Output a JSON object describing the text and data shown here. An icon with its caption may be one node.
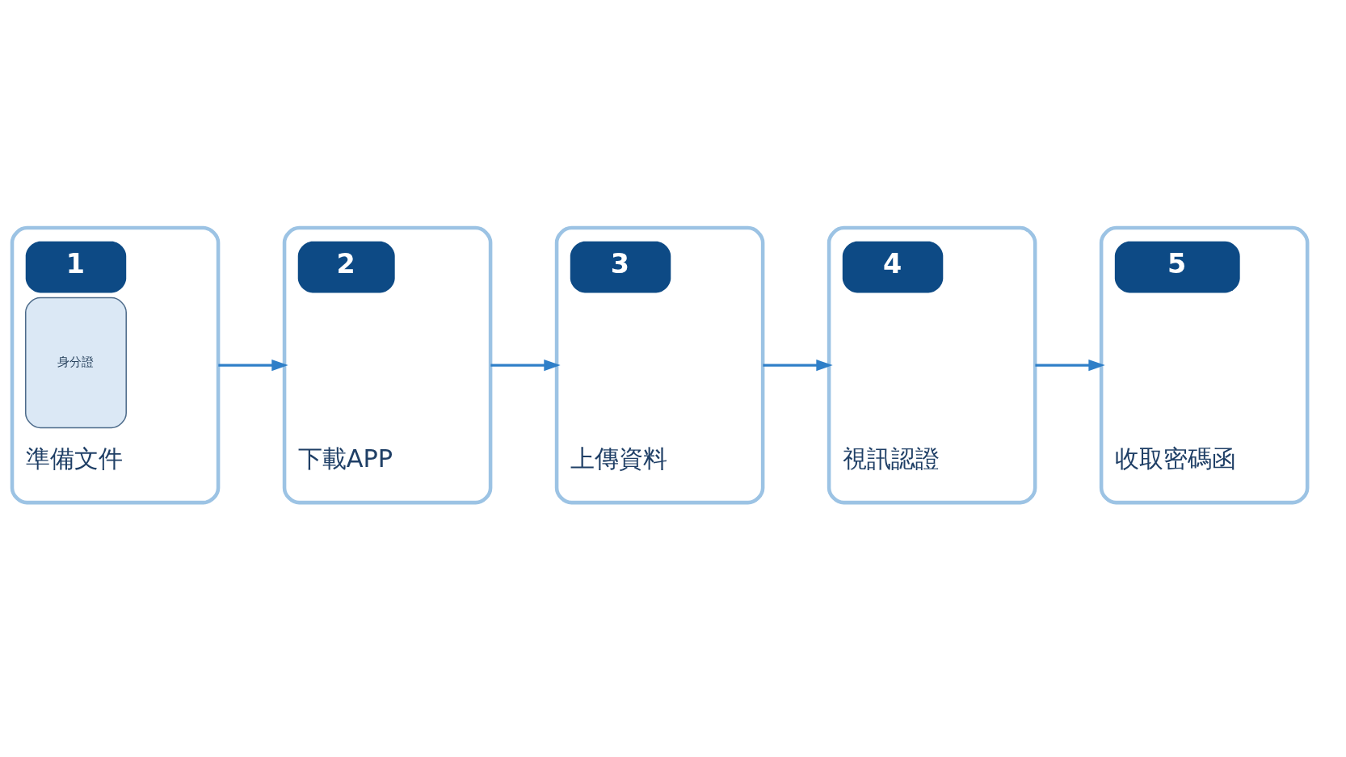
{
  "diagram": {
    "nodes": [
      {
        "text": [
          "1",
          "身分證",
          "準備文件"
        ]
      },
      {
        "text": [
          "2",
          "下載APP"
        ]
      },
      {
        "text": [
          "3",
          "上傳資料"
        ]
      },
      {
        "text": [
          "4",
          "視訊認證"
        ]
      },
      {
        "text": [
          "5",
          "收取密碼函"
        ]
      }
    ],
    "edges": [
      {
        "from": 0,
        "to": 1,
        "arrow": "to"
      },
      {
        "from": 1,
        "to": 2,
        "arrow": "to"
      },
      {
        "from": 2,
        "to": 3,
        "arrow": "to"
      },
      {
        "from": 3,
        "to": 4,
        "arrow": "to"
      }
    ]
  }
}
